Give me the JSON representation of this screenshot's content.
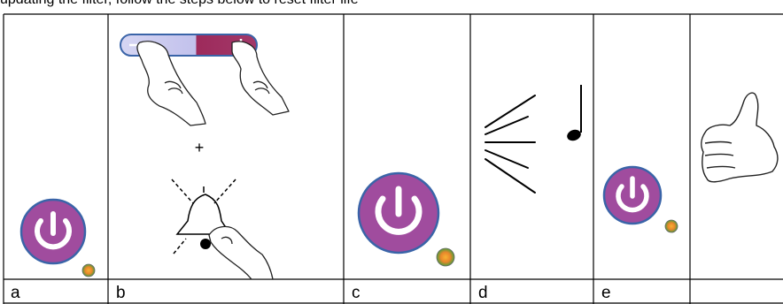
{
  "heading": "updating the filter, follow the steps below to reset filter life",
  "steps": [
    {
      "label": "a",
      "description": "small power button with status light"
    },
    {
      "label": "b",
      "description": "slide bar to the right and press the bell icon"
    },
    {
      "label": "c",
      "description": "large power button with status light"
    },
    {
      "label": "d",
      "description": "beep sound"
    },
    {
      "label": "e",
      "description": "small power button with status light"
    },
    {
      "label": "",
      "description": "thumbs up"
    }
  ],
  "plus_sign": "+",
  "colors": {
    "power_button": "#a04c9e",
    "power_button_ring": "#3a64a8",
    "slider_left": "#c9c8ee",
    "slider_right": "#9e2d5e",
    "status_light_outer": "#5b9c3a",
    "status_light_inner": "#f08a24"
  }
}
